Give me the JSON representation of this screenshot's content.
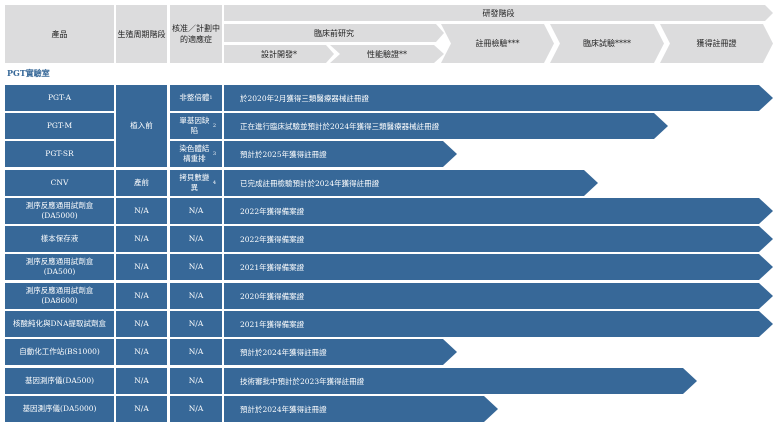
{
  "header": {
    "product": "產品",
    "stage": "生殖周期階段",
    "indication": "核准／計劃中的適應症",
    "rd_stage": "研發階段",
    "preclinical": "臨床前研究",
    "design": "設計開發*",
    "performance": "性能驗證**",
    "registration_test": "註冊檢驗***",
    "clinical_trial": "臨床試驗****",
    "certificate": "獲得註冊證"
  },
  "section_title": "PGT實驗室",
  "stage_groups": [
    "植入前",
    "產前"
  ],
  "rows": [
    {
      "product": "PGT-A",
      "indication": "非整倍體",
      "note": "1",
      "status": "於2020年2月獲得三類醫療器械註冊證"
    },
    {
      "product": "PGT-M",
      "indication": "單基因缺陷",
      "note": "2",
      "status": "正在進行臨床試驗並預計於2024年獲得三類醫療器械註冊證"
    },
    {
      "product": "PGT-SR",
      "indication": "染色體結構重排",
      "note": "3",
      "status": "預計於2025年獲得註冊證"
    },
    {
      "product": "CNV",
      "indication": "拷貝數變異",
      "note": "4",
      "status": "已完成註冊檢驗預計於2024年獲得註冊證"
    },
    {
      "product": "測序反應通用試劑盒(DA5000)",
      "stage": "N/A",
      "indication": "N/A",
      "status": "2022年獲得備案證"
    },
    {
      "product": "樣本保存液",
      "stage": "N/A",
      "indication": "N/A",
      "status": "2022年獲得備案證"
    },
    {
      "product": "測序反應通用試劑盒(DA500)",
      "stage": "N/A",
      "indication": "N/A",
      "status": "2021年獲得備案證"
    },
    {
      "product": "測序反應通用試劑盒(DA8600)",
      "stage": "N/A",
      "indication": "N/A",
      "status": "2020年獲得備案證"
    },
    {
      "product": "核酸純化與DNA提取試劑盒",
      "stage": "N/A",
      "indication": "N/A",
      "status": "2021年獲得備案證"
    },
    {
      "product": "自動化工作站(BS1000)",
      "stage": "N/A",
      "indication": "N/A",
      "status": "預計於2024年獲得註冊證"
    },
    {
      "product": "基因測序儀(DA500)",
      "stage": "N/A",
      "indication": "N/A",
      "status": "技術審批中預計於2023年獲得註冊證"
    },
    {
      "product": "基因測序儀(DA5000)",
      "stage": "N/A",
      "indication": "N/A",
      "status": "預計於2024年獲得註冊證"
    }
  ],
  "colors": {
    "bar": "#376898",
    "header": "#dcdcdd"
  }
}
